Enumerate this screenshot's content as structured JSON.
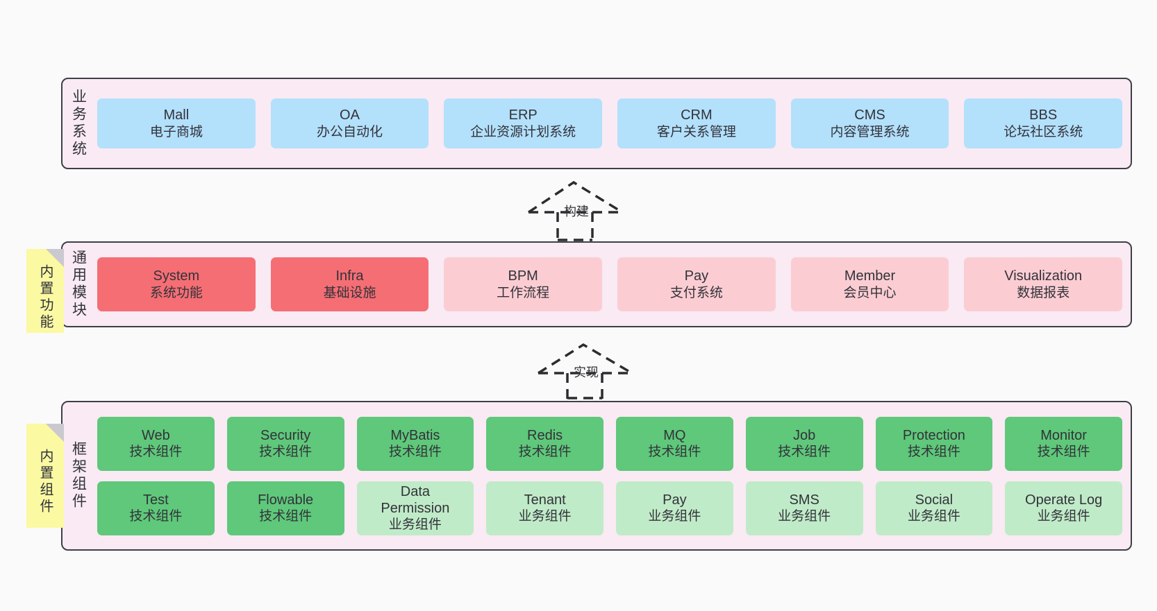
{
  "diagram": {
    "title": "Architecture layers diagram",
    "background": "#fafafa",
    "colors": {
      "layer_fill": "#f9eaf4",
      "layer_border": "#3f3f46",
      "business_box": "#b3e0fb",
      "module_primary": "#f56e74",
      "module_secondary": "#fbcdd3",
      "tech_component": "#5fc87a",
      "biz_component": "#c0ebc8",
      "note_fill": "#fbf9a2",
      "note_fold": "#c9c9cf",
      "text": "#32323a"
    }
  },
  "layers": [
    {
      "id": "business-systems",
      "band_label": "业务系统",
      "rows": [
        {
          "items": [
            {
              "title": "Mall",
              "subtitle": "电子商城",
              "style": "blue"
            },
            {
              "title": "OA",
              "subtitle": "办公自动化",
              "style": "blue"
            },
            {
              "title": "ERP",
              "subtitle": "企业资源计划系统",
              "style": "blue"
            },
            {
              "title": "CRM",
              "subtitle": "客户关系管理",
              "style": "blue"
            },
            {
              "title": "CMS",
              "subtitle": "内容管理系统",
              "style": "blue"
            },
            {
              "title": "BBS",
              "subtitle": "论坛社区系统",
              "style": "blue"
            }
          ]
        }
      ]
    },
    {
      "id": "common-modules",
      "band_label": "通用模块",
      "note": "内置功能",
      "rows": [
        {
          "items": [
            {
              "title": "System",
              "subtitle": "系统功能",
              "style": "red"
            },
            {
              "title": "Infra",
              "subtitle": "基础设施",
              "style": "red"
            },
            {
              "title": "BPM",
              "subtitle": "工作流程",
              "style": "pink"
            },
            {
              "title": "Pay",
              "subtitle": "支付系统",
              "style": "pink"
            },
            {
              "title": "Member",
              "subtitle": "会员中心",
              "style": "pink"
            },
            {
              "title": "Visualization",
              "subtitle": "数据报表",
              "style": "pink"
            }
          ]
        }
      ]
    },
    {
      "id": "framework-components",
      "band_label": "框架组件",
      "note": "内置组件",
      "rows": [
        {
          "items": [
            {
              "title": "Web",
              "subtitle": "技术组件",
              "style": "green"
            },
            {
              "title": "Security",
              "subtitle": "技术组件",
              "style": "green"
            },
            {
              "title": "MyBatis",
              "subtitle": "技术组件",
              "style": "green"
            },
            {
              "title": "Redis",
              "subtitle": "技术组件",
              "style": "green"
            },
            {
              "title": "MQ",
              "subtitle": "技术组件",
              "style": "green"
            },
            {
              "title": "Job",
              "subtitle": "技术组件",
              "style": "green"
            },
            {
              "title": "Protection",
              "subtitle": "技术组件",
              "style": "green"
            },
            {
              "title": "Monitor",
              "subtitle": "技术组件",
              "style": "green"
            }
          ]
        },
        {
          "items": [
            {
              "title": "Test",
              "subtitle": "技术组件",
              "style": "green"
            },
            {
              "title": "Flowable",
              "subtitle": "技术组件",
              "style": "green"
            },
            {
              "title": "Data Permission",
              "subtitle": "业务组件",
              "style": "greenlight"
            },
            {
              "title": "Tenant",
              "subtitle": "业务组件",
              "style": "greenlight"
            },
            {
              "title": "Pay",
              "subtitle": "业务组件",
              "style": "greenlight"
            },
            {
              "title": "SMS",
              "subtitle": "业务组件",
              "style": "greenlight"
            },
            {
              "title": "Social",
              "subtitle": "业务组件",
              "style": "greenlight"
            },
            {
              "title": "Operate Log",
              "subtitle": "业务组件",
              "style": "greenlight"
            }
          ]
        }
      ]
    }
  ],
  "connectors": [
    {
      "id": "build",
      "label": "构建",
      "from": "common-modules",
      "to": "business-systems"
    },
    {
      "id": "implement",
      "label": "实现",
      "from": "framework-components",
      "to": "common-modules"
    }
  ]
}
